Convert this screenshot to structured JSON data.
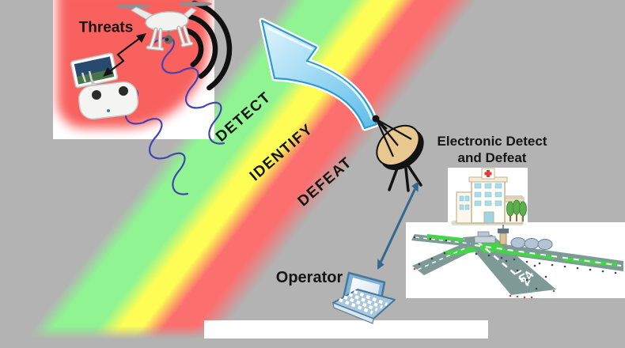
{
  "colors": {
    "background": "#b3b3b3",
    "panel": "#ffffff",
    "threat_zone": "#f8615e",
    "band_green": "#90f492",
    "band_yellow": "#fdfd55",
    "band_red": "#fc6f6f",
    "curved_arrow_fill": "#9bd9f4",
    "curved_arrow_stroke": "#2e9ad2",
    "link_arrow": "#35688e",
    "rf_wave_blue": "#4343b2",
    "runway_gray": "#7e9a96",
    "grass_green": "#46d24a",
    "dish_tan": "#e9c88f"
  },
  "threat": {
    "label": "Threats"
  },
  "band": {
    "labels": {
      "detect": "DETECT",
      "identify": "IDENTIFY",
      "defeat": "DEFEAT"
    }
  },
  "system": {
    "label_line1": "Electronic Detect",
    "label_line2": "and Defeat"
  },
  "operator": {
    "label": "Operator"
  },
  "airport": {
    "runway_number": "24"
  }
}
